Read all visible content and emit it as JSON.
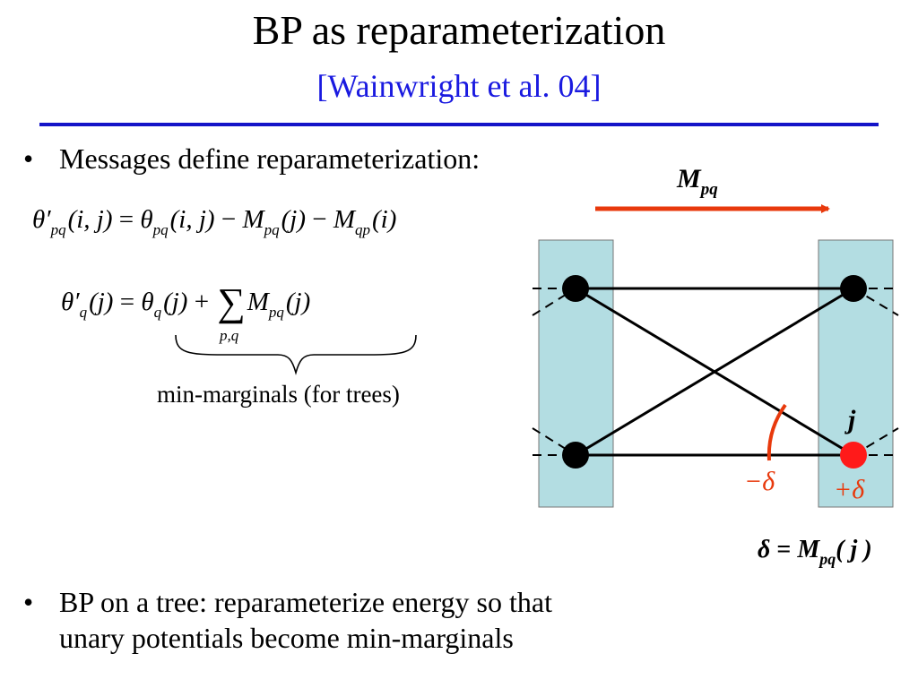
{
  "title": "BP as reparameterization",
  "subtitle": "[Wainwright et al. 04]",
  "bullets": [
    {
      "marker": "•",
      "lines": [
        "Messages define reparameterization:"
      ]
    },
    {
      "marker": "•",
      "lines": [
        "BP on a tree: reparameterize energy so that",
        "unary potentials become min-marginals"
      ]
    }
  ],
  "equations": {
    "eq1": {
      "theta_prime": "θ′",
      "theta": "θ",
      "M": "M",
      "sub_pq": "pq",
      "sub_qp": "qp",
      "args_ij": "(i, j)",
      "arg_j": "(j)",
      "arg_i": "(i)",
      "eq": "=",
      "minus": "−"
    },
    "eq2": {
      "theta_prime": "θ′",
      "theta": "θ",
      "M": "M",
      "sub_q": "q",
      "sub_pq": "pq",
      "arg_j": "(j)",
      "eq": "=",
      "plus": "+",
      "sum": "∑",
      "sum_sub": "p,q"
    },
    "brace_label": "min-marginals (for trees)"
  },
  "diagram": {
    "message_label": "M",
    "message_sub": "pq",
    "node_label": "j",
    "minus_delta": "−δ",
    "plus_delta": "+δ",
    "delta_eq": {
      "delta": "δ",
      "eq": "=",
      "M": "M",
      "sub": "pq",
      "arg": "( j )"
    },
    "colors": {
      "column": "#b3dde2",
      "arrow": "#e8390c",
      "highlight_node": "#ff1a1a",
      "rule": "#1414c8",
      "subtitle": "#1a1ae0"
    }
  }
}
